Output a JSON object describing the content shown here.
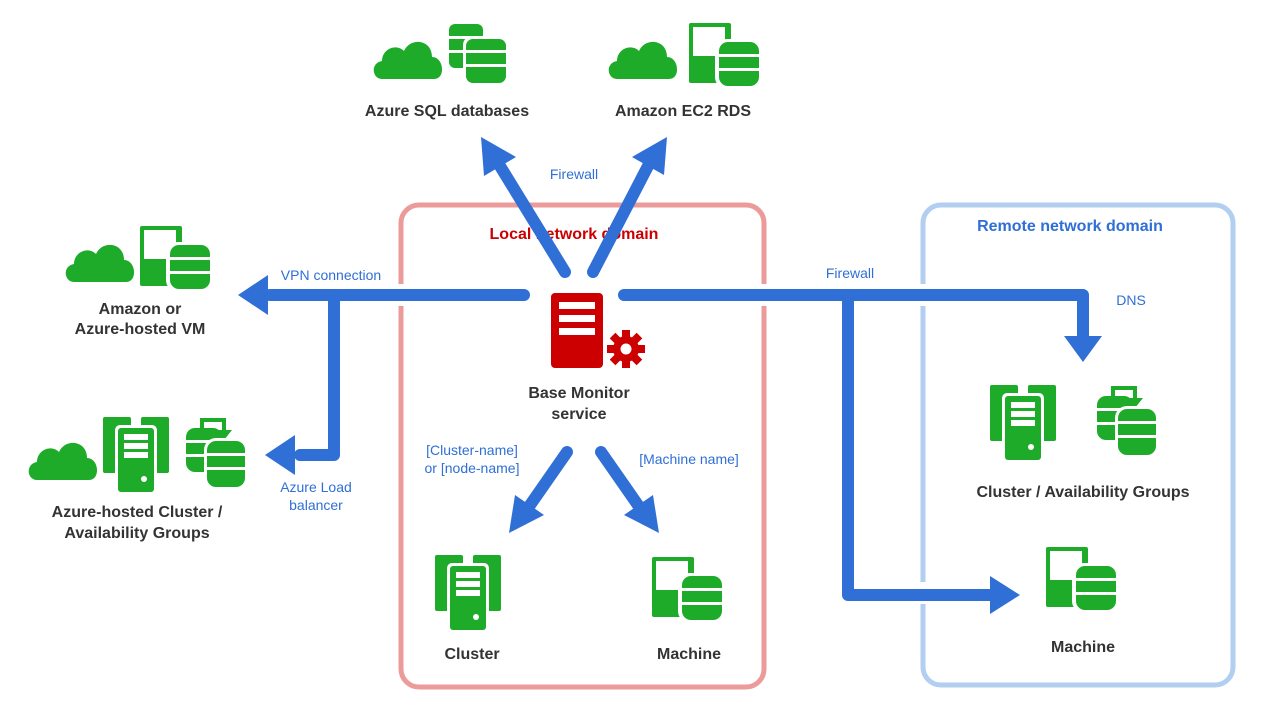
{
  "colors": {
    "icon_green": "#1eab2a",
    "arrow_blue": "#2f6fd6",
    "local_border": "#ec9b9b",
    "local_label": "#cc0000",
    "remote_border": "#b2cff2",
    "remote_label": "#2f6fd6",
    "service_red": "#cc0000",
    "text_dark": "#333333"
  },
  "domains": {
    "local": {
      "label": "Local network domain"
    },
    "remote": {
      "label": "Remote network domain"
    }
  },
  "nodes": {
    "azure_sql": {
      "label": "Azure SQL databases",
      "icons": [
        "cloud-icon",
        "databases-icon"
      ]
    },
    "amazon_rds": {
      "label": "Amazon EC2 RDS",
      "icons": [
        "cloud-icon",
        "machine-database-icon"
      ]
    },
    "hosted_vm": {
      "label_line1": "Amazon or",
      "label_line2": "Azure-hosted VM",
      "icons": [
        "cloud-icon",
        "machine-database-icon"
      ]
    },
    "azure_cluster": {
      "label_line1": "Azure-hosted Cluster /",
      "label_line2": "Availability Groups",
      "icons": [
        "cloud-icon",
        "cluster-icon",
        "availability-group-icon"
      ]
    },
    "base_monitor": {
      "label_line1": "Base Monitor",
      "label_line2": "service",
      "icons": [
        "server-icon",
        "gear-icon"
      ]
    },
    "local_cluster": {
      "label": "Cluster",
      "icons": [
        "cluster-icon"
      ]
    },
    "local_machine": {
      "label": "Machine",
      "icons": [
        "machine-database-icon"
      ]
    },
    "remote_cluster": {
      "label": "Cluster / Availability Groups",
      "icons": [
        "cluster-icon",
        "availability-group-icon"
      ]
    },
    "remote_machine": {
      "label": "Machine",
      "icons": [
        "machine-database-icon"
      ]
    }
  },
  "connections": {
    "firewall_top": "Firewall",
    "vpn": "VPN connection",
    "load_balancer_line1": "Azure Load",
    "load_balancer_line2": "balancer",
    "cluster_name_line1": "[Cluster-name]",
    "cluster_name_line2": "or [node-name]",
    "machine_name": "[Machine name]",
    "firewall_right": "Firewall",
    "dns": "DNS"
  }
}
